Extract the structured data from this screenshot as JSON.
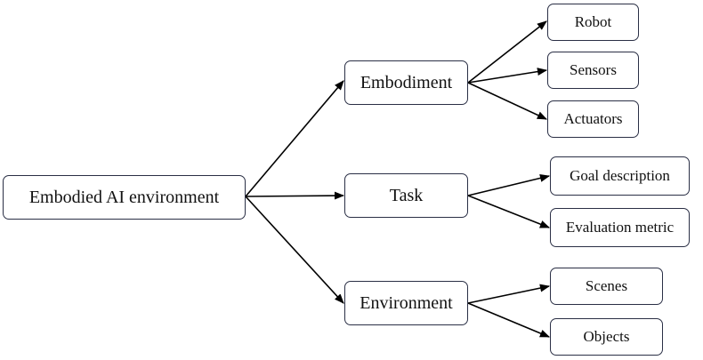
{
  "root": {
    "label": "Embodied AI environment"
  },
  "branches": [
    {
      "label": "Embodiment",
      "children": [
        {
          "label": "Robot"
        },
        {
          "label": "Sensors"
        },
        {
          "label": "Actuators"
        }
      ]
    },
    {
      "label": "Task",
      "children": [
        {
          "label": "Goal description"
        },
        {
          "label": "Evaluation metric"
        }
      ]
    },
    {
      "label": "Environment",
      "children": [
        {
          "label": "Scenes"
        },
        {
          "label": "Objects"
        }
      ]
    }
  ],
  "colors": {
    "border": "#2a2f45",
    "arrow": "#000000",
    "background": "#ffffff"
  }
}
